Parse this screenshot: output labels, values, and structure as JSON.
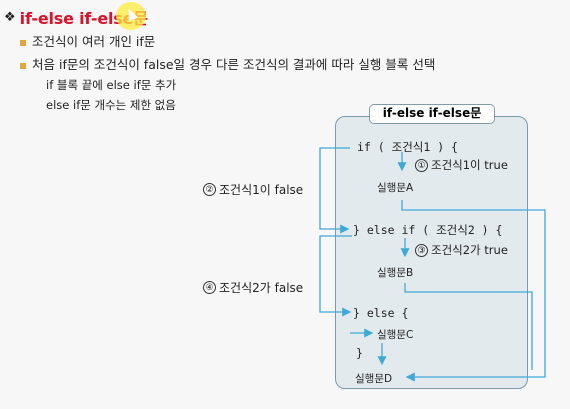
{
  "slide": {
    "title": "if-else if-else문",
    "bullets": [
      "조건식이 여러 개인 if문",
      "처음 if문의 조건식이 false일 경우 다른 조건식의 결과에 따라 실행 블록 선택"
    ],
    "sub_bullets": [
      "if 블록 끝에 else if문 추가",
      "else if문 개수는 제한 없음"
    ]
  },
  "diagram": {
    "title": "if-else if-else문",
    "code": {
      "line1": "if ( 조건식1 ) {",
      "stmtA": "실행문A",
      "line2": "} else if ( 조건식2 ) {",
      "stmtB": "실행문B",
      "line3": "} else {",
      "stmtC": "실행문C",
      "close": "}",
      "stmtD": "실행문D"
    },
    "notes": [
      {
        "num": "①",
        "text": "조건식1이 true"
      },
      {
        "num": "②",
        "text": "조건식1이 false"
      },
      {
        "num": "③",
        "text": "조건식2가 true"
      },
      {
        "num": "④",
        "text": "조건식2가 false"
      }
    ],
    "colors": {
      "arrow": "#3fa9d6",
      "panel": "#e3eaee",
      "border": "#7f9aab"
    }
  }
}
